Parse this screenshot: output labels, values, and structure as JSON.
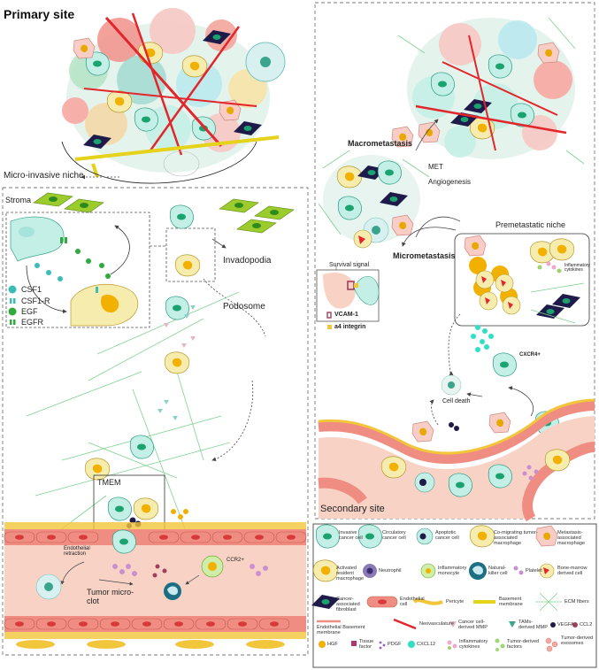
{
  "primary": {
    "title": "Primary site",
    "micro_invasive_niche": "Micro-invasive niche",
    "stroma": "Stroma",
    "invadopodia": "Invadopodia",
    "podosome": "Podosome",
    "tmem": "TMEM",
    "endothelial_retraction": "Endothelial retraction",
    "ccr2": "CCR2+",
    "tumor_microclot": "Tumor micro-clot",
    "key": [
      "CSF1",
      "CSF1-R",
      "EGF",
      "EGFR"
    ]
  },
  "secondary": {
    "title": "Secondary site",
    "macrometastasis": "Macrometastasis",
    "met": "MET",
    "angiogenesis": "Angiogenesis",
    "premetastatic_niche": "Premetastatic niche",
    "inflammatory_cytokines": "Inflammatory cytokines",
    "micrometastasis": "Micrometastasis",
    "survival_signal": "Survival signal",
    "vcam1": "VCAM-1",
    "a4_integrin": "a4 integrin",
    "cxcr4": "CXCR4+",
    "cell_death": "Cell death"
  },
  "legend": {
    "invasive": "Invasive cancer cell",
    "circulatory": "Circulatory cancer cell",
    "apoptotic": "Apoptotic cancer cell",
    "comigrating": "Co-migrating tumor-associated macrophage",
    "metastasis_macrophage": "Metastasis-associated macrophage",
    "activated_macrophage": "Activated resident macrophage",
    "neutrophil": "Neutrophil",
    "inflammatory_monocyte": "Inflammatory monocyte",
    "nk": "Natural-killer cell",
    "platelet": "Platelet",
    "bone_marrow": "Bone-marrow derived cell",
    "caf": "Cancer-associated fibroblast",
    "endothelial": "Endothelial cell",
    "pericyte": "Pericyte",
    "basement": "Basement membrane",
    "ecm": "ECM fibers",
    "endo_basement": "Endothelial Basement membrane",
    "neovasculature": "Neovasculature",
    "cancer_mmp": "Cancer cell-derived MMP",
    "tam_mmp": "TAMs-derived MMP",
    "vegfa": "VEGFA",
    "ccl2": "CCL2",
    "hgf": "HGF",
    "tissue_factor": "Tissue factor",
    "pdgf": "PDGF",
    "cxcl12": "CXCL12",
    "inflam_cyt": "Inflammatory cytokines",
    "tumor_factors": "Tumor-derived factors",
    "exosomes": "Tumor-derived exosomes"
  },
  "colors": {
    "cancer": "#bfeee6",
    "cancer_dark": "#3aa48c",
    "nucleus": "#1aa36f",
    "macrophage": "#f6ecae",
    "macrophage_nucleus": "#f2b100",
    "pink_cell": "#f6c8c3",
    "caf": "#1e1a4a",
    "endothelial": "#f08d82",
    "vessel": "#f9d2c6",
    "neo": "#e2262b",
    "ecm": "#7ed38f",
    "basement": "#e4d31a",
    "teal_dot": "#3bbcb6",
    "green_dot": "#2eaa3f"
  }
}
